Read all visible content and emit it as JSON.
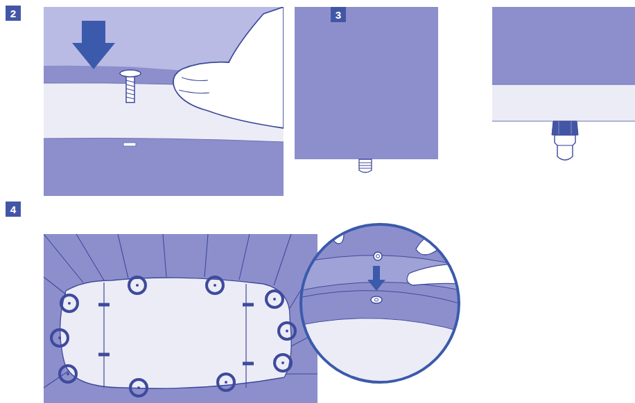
{
  "diagram": {
    "nodes": [
      {
        "text": [
          "2"
        ]
      },
      {
        "text": [
          "3"
        ]
      },
      {
        "text": [
          "4"
        ]
      }
    ]
  }
}
